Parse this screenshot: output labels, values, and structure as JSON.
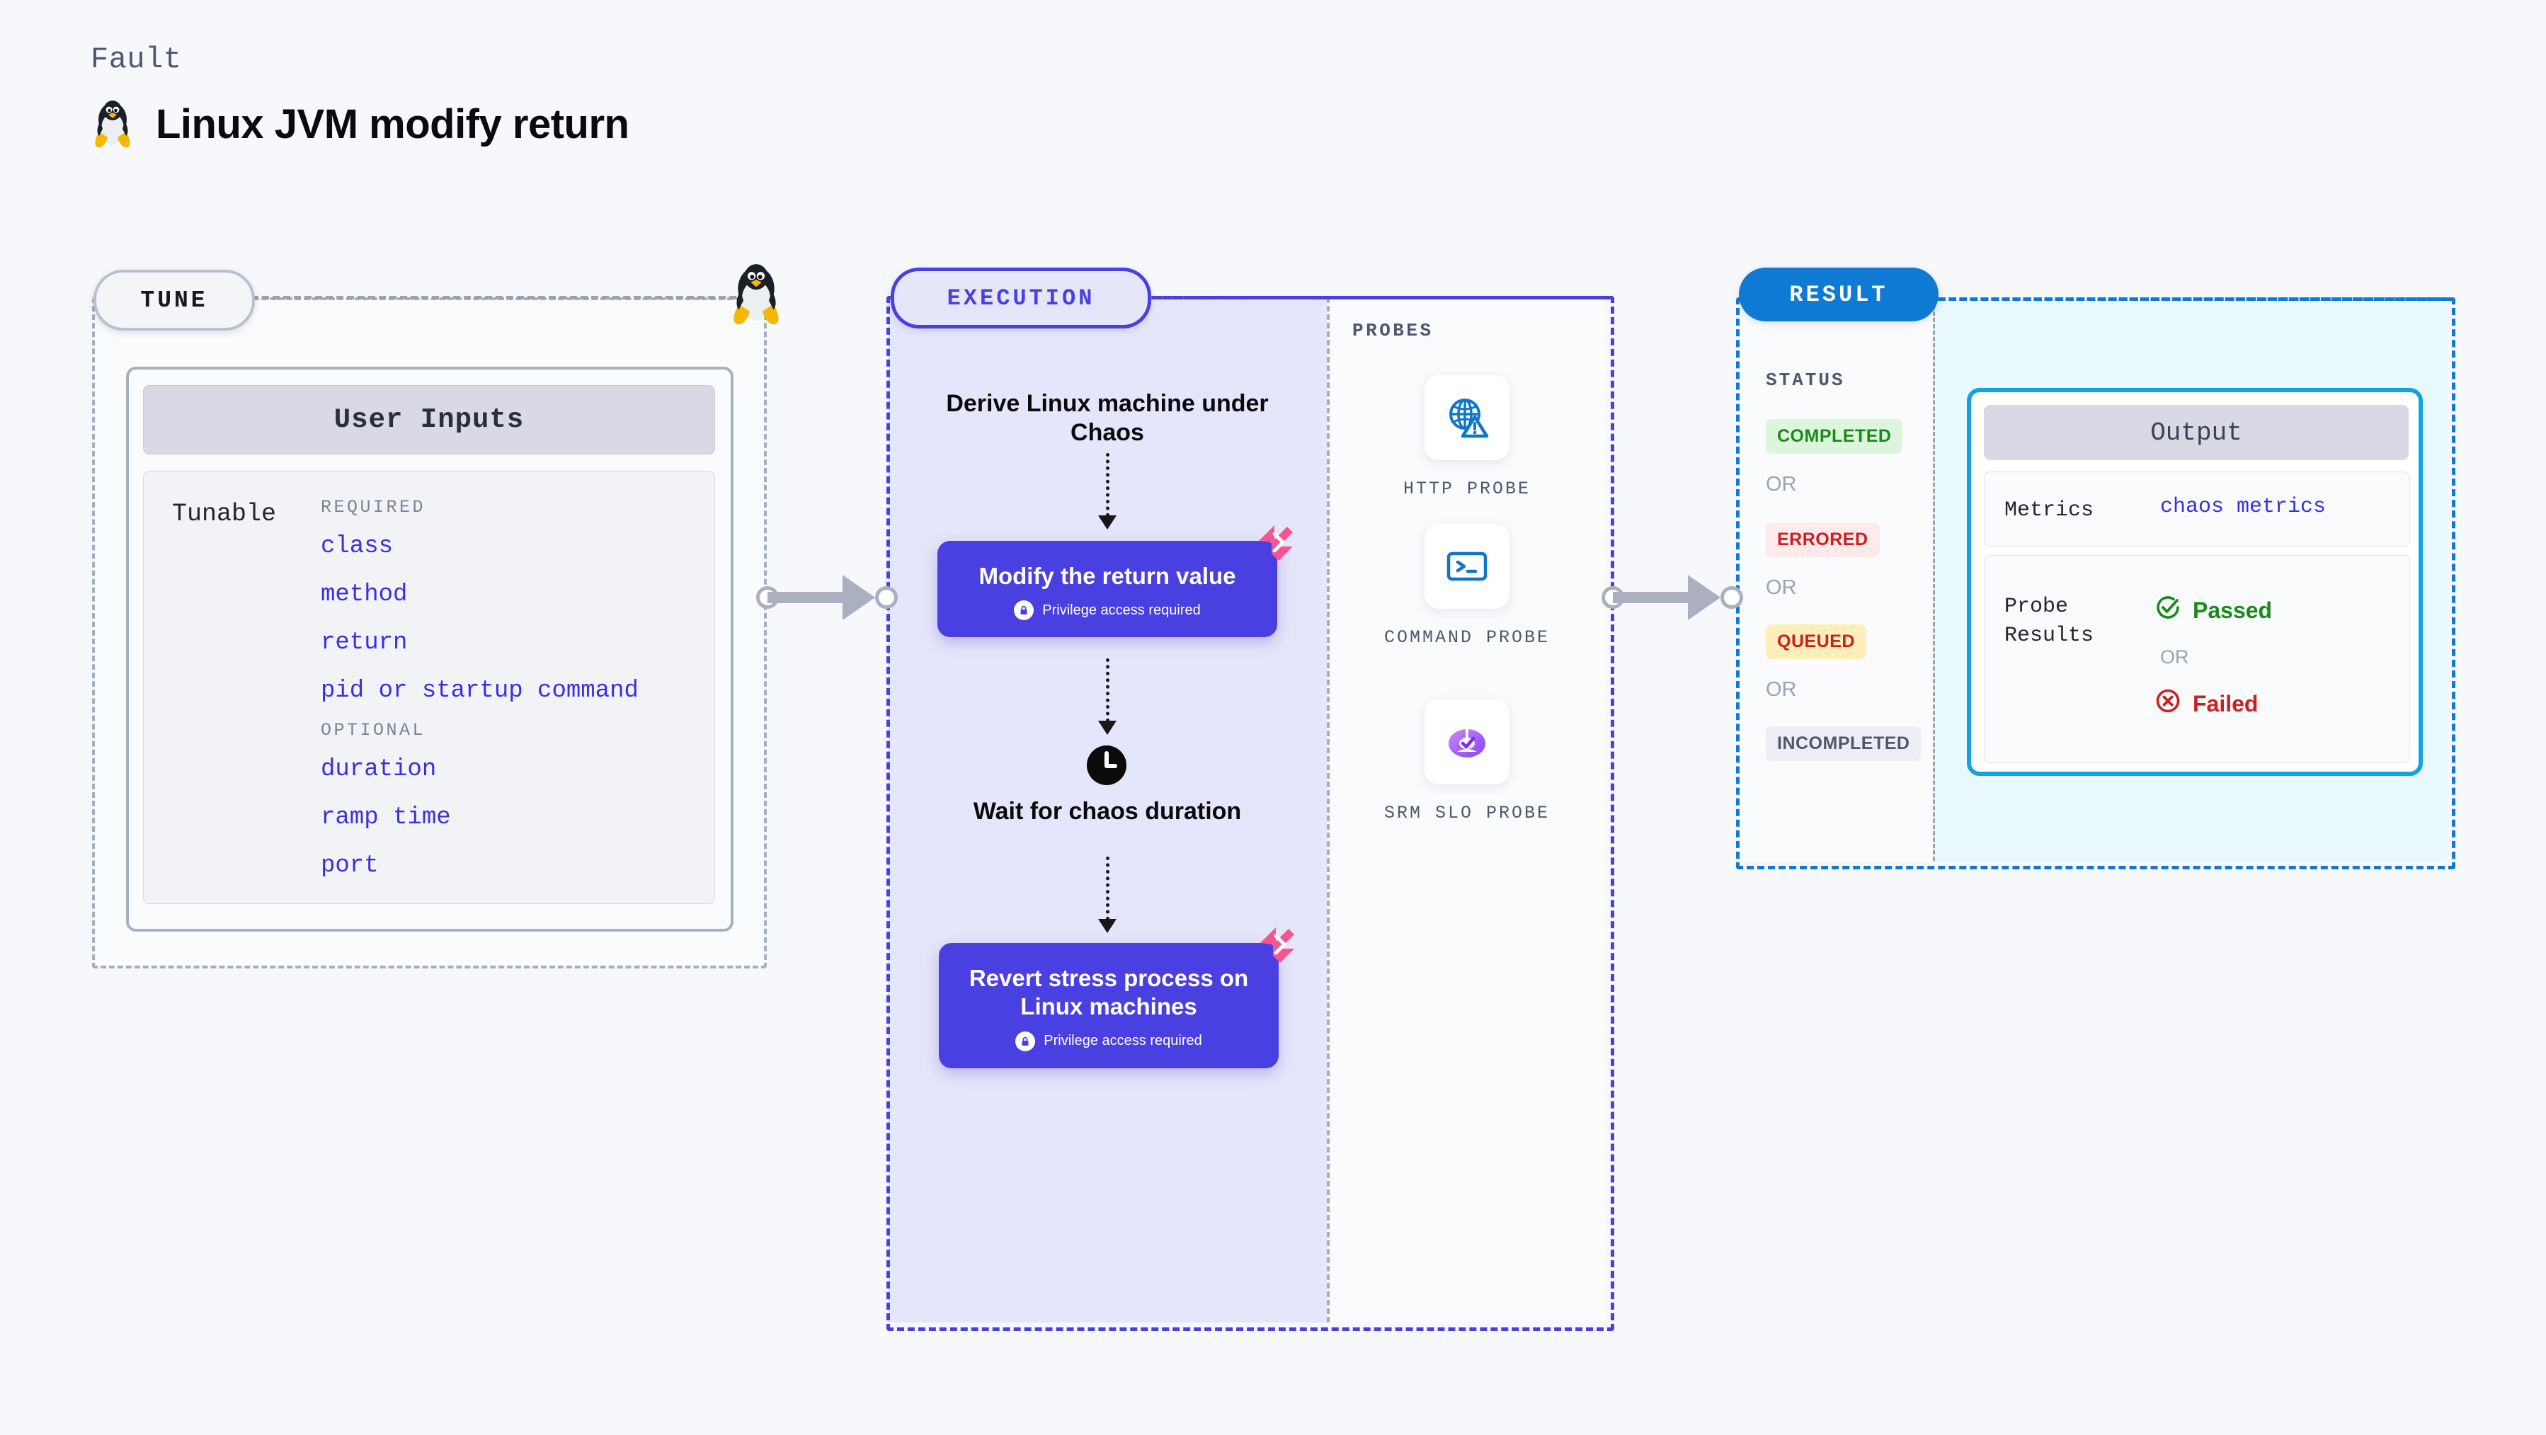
{
  "header": {
    "kicker": "Fault",
    "title": "Linux JVM modify return",
    "icon": "tux-penguin-icon"
  },
  "tune": {
    "badge": "TUNE",
    "card_title": "User Inputs",
    "tunable_label": "Tunable",
    "groups": [
      {
        "label": "REQUIRED",
        "items": [
          "class",
          "method",
          "return",
          "pid or startup command"
        ]
      },
      {
        "label": "OPTIONAL",
        "items": [
          "duration",
          "ramp time",
          "port"
        ]
      }
    ]
  },
  "execution": {
    "badge": "EXECUTION",
    "steps": [
      {
        "type": "text",
        "label": "Derive Linux machine under Chaos"
      },
      {
        "type": "action",
        "label": "Modify the return value",
        "privilege": "Privilege access required"
      },
      {
        "type": "wait",
        "label": "Wait for chaos duration",
        "icon": "clock-icon"
      },
      {
        "type": "action",
        "label": "Revert stress process on Linux machines",
        "privilege": "Privilege access required"
      }
    ]
  },
  "probes": {
    "title": "PROBES",
    "items": [
      {
        "label": "HTTP PROBE",
        "icon": "globe-warning-icon"
      },
      {
        "label": "COMMAND PROBE",
        "icon": "terminal-icon"
      },
      {
        "label": "SRM SLO PROBE",
        "icon": "slo-donut-check-icon"
      }
    ]
  },
  "result": {
    "badge": "RESULT",
    "status_title": "STATUS",
    "or_text": "OR",
    "statuses": [
      {
        "label": "COMPLETED",
        "bg": "#dcf5dc",
        "fg": "#1a8a1a"
      },
      {
        "label": "ERRORED",
        "bg": "#fdeaea",
        "fg": "#cf1e1e"
      },
      {
        "label": "QUEUED",
        "bg": "#fdeeba",
        "fg": "#cf1e1e"
      },
      {
        "label": "INCOMPLETED",
        "bg": "#eceef4",
        "fg": "#51566e"
      }
    ],
    "output": {
      "title": "Output",
      "metrics_label": "Metrics",
      "metrics_value": "chaos metrics",
      "probe_results_label": "Probe Results",
      "passed": "Passed",
      "failed": "Failed",
      "or_text": "OR"
    }
  },
  "colors": {
    "canvas": "#f7f8fb",
    "accent_purple": "#4a3fe0",
    "accent_blue": "#0f7ad4",
    "accent_cyan": "#13a3e3",
    "harness_pink": "#f9548f",
    "tunable_blue": "#3b2fe0",
    "green": "#1a8a1a",
    "red": "#cf1e1e"
  }
}
